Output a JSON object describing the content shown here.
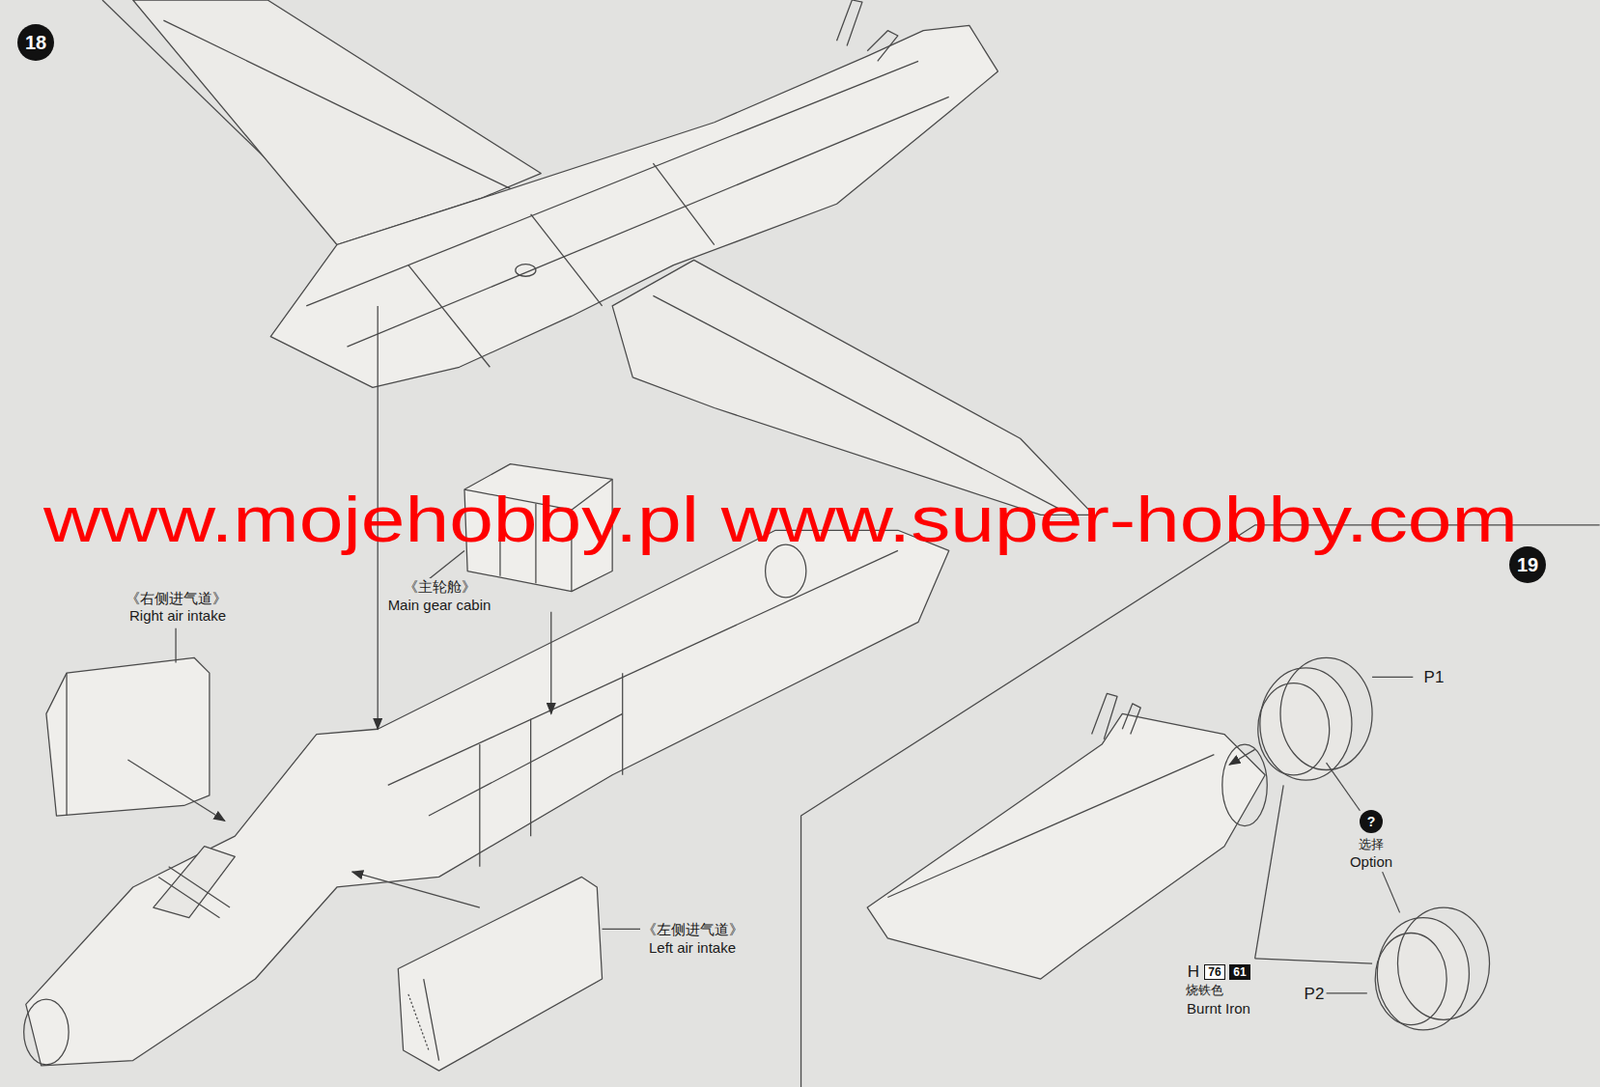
{
  "diagram": {
    "nodes": [
      {
        "text": [
          "18"
        ]
      },
      {
        "text": [
          "19"
        ]
      },
      {
        "text": [
          "?"
        ]
      },
      {
        "text": [
          "76"
        ]
      },
      {
        "text": [
          "61"
        ]
      }
    ],
    "labels": [
      "www.mojehobby.pl www.super-hobby.com",
      "《右侧进气道》",
      "Right air intake",
      "《主轮舱》",
      "Main gear cabin",
      "《左侧进气道》",
      "Left air intake",
      "P1",
      "选择",
      "Option",
      "H",
      "烧铁色",
      "Burnt Iron",
      "P2"
    ]
  }
}
